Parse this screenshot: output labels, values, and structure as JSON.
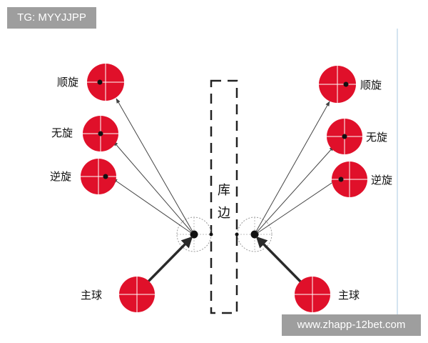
{
  "watermark_top": "TG: MYYJJPP",
  "watermark_bottom": "www.zhapp-12bet.com",
  "cushion_label_1": "库",
  "cushion_label_2": "边",
  "left": {
    "topspin": "顺旋",
    "nospin": "无旋",
    "backspin": "逆旋",
    "cue_ball": "主球"
  },
  "right": {
    "topspin": "顺旋",
    "nospin": "无旋",
    "backspin": "逆旋",
    "cue_ball": "主球"
  },
  "colors": {
    "ball_red": "#e0102a",
    "arrow": "#2a2a2a",
    "thin_arrow": "#444444",
    "cushion": "#222222",
    "edge_line": "#a8c8e0",
    "watermark_bg": "#9e9e9e"
  }
}
